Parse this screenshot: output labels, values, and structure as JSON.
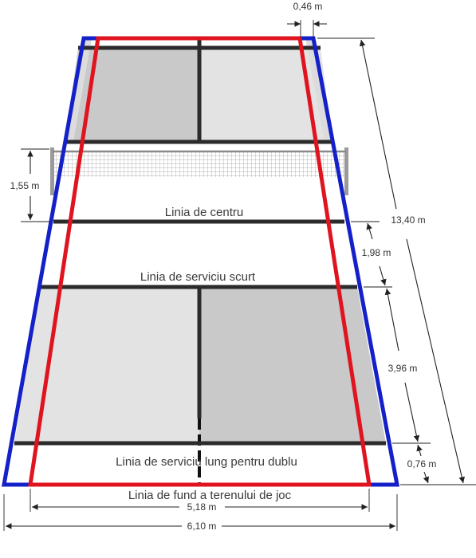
{
  "diagram": {
    "labels": {
      "center_line": "Linia de centru",
      "short_service_line": "Linia de serviciu scurt",
      "long_service_line_doubles": "Linia de serviciu lung pentru dublu",
      "back_boundary_line": "Linia de fund a terenului de joc"
    },
    "dimensions": {
      "side_alley": "0,46 m",
      "net_height": "1,55 m",
      "half_court_length": "13,40 m",
      "net_to_short_service": "1,98 m",
      "short_to_long_service": "3,96 m",
      "long_service_to_back": "0,76 m",
      "singles_width": "5,18 m",
      "doubles_width": "6,10 m"
    },
    "colors": {
      "doubles_outline": "#1420c8",
      "singles_outline": "#e0141e",
      "court_shade_light": "#e3e3e3",
      "court_shade_dark": "#c9c9c9",
      "court_lines": "#2b2b2b",
      "net_mesh": "#9a9a9a"
    }
  }
}
